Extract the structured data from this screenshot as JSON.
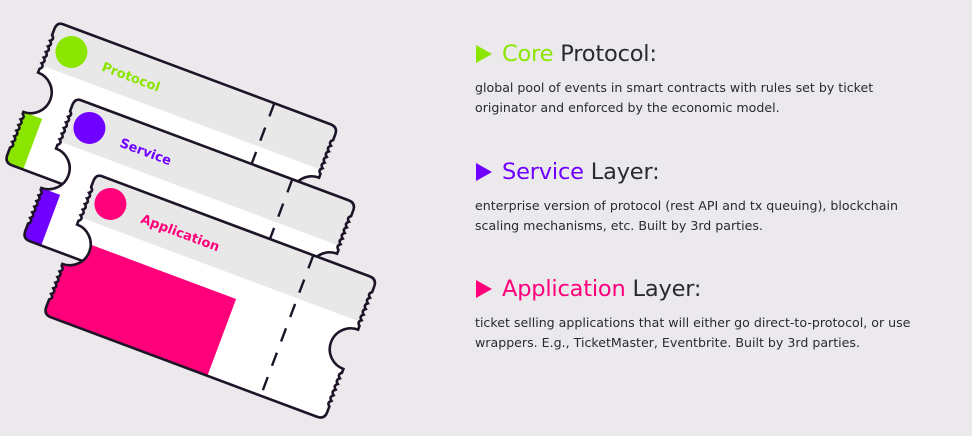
{
  "colors": {
    "background": "#ebe9ec",
    "protocol": "#8ae600",
    "service": "#7000ff",
    "application": "#ff007a",
    "text": "#2a2a30",
    "ticket_outline": "#1e1428",
    "ticket_band": "#e8e8e8",
    "ticket_body": "#ffffff"
  },
  "illustration": {
    "tickets": [
      {
        "label": "Protocol",
        "color": "#8ae600"
      },
      {
        "label": "Service",
        "color": "#7000ff"
      },
      {
        "label": "Application",
        "color": "#ff007a"
      }
    ]
  },
  "sections": [
    {
      "highlight": "Core",
      "rest": "Protocol:",
      "color": "#8ae600",
      "icon": "play-triangle-icon",
      "lines": [
        "global pool of events in smart contracts with rules set by ticket",
        "originator and enforced by the economic model."
      ]
    },
    {
      "highlight": "Service",
      "rest": "Layer:",
      "color": "#7000ff",
      "icon": "play-triangle-icon",
      "lines": [
        "enterprise version of protocol (rest API and tx queuing), blockchain",
        "scaling mechanisms, etc. Built by 3rd parties."
      ]
    },
    {
      "highlight": "Application",
      "rest": "Layer:",
      "color": "#ff007a",
      "icon": "play-triangle-icon",
      "lines": [
        "ticket selling applications that will either go direct-to-protocol, or use",
        "wrappers. E.g., TicketMaster, Eventbrite. Built by 3rd parties."
      ]
    }
  ]
}
